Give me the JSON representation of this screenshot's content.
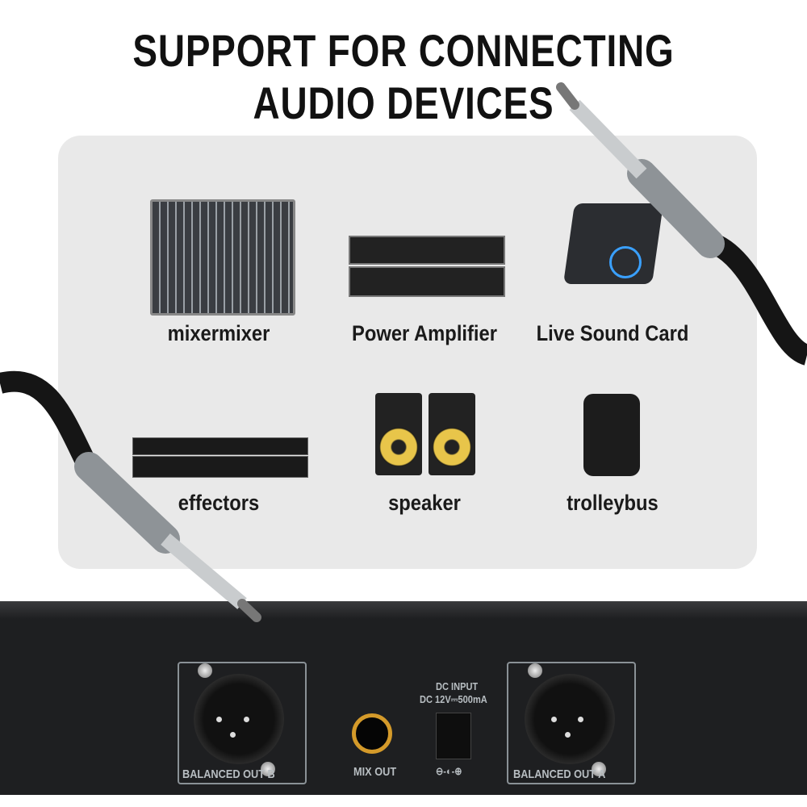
{
  "title": "SUPPORT FOR CONNECTING AUDIO DEVICES",
  "devices": [
    {
      "label": "mixermixer",
      "icon": "mixer-icon"
    },
    {
      "label": "Power Amplifier",
      "icon": "power-amplifier-icon"
    },
    {
      "label": "Live Sound Card",
      "icon": "sound-card-icon"
    },
    {
      "label": "effectors",
      "icon": "effector-icon"
    },
    {
      "label": "speaker",
      "icon": "speaker-icon"
    },
    {
      "label": "trolleybus",
      "icon": "trolley-speaker-icon"
    }
  ],
  "rear_panel": {
    "balanced_out_b": "BALANCED OUT B",
    "balanced_out_a": "BALANCED OUT A",
    "mix_out": "MIX OUT",
    "dc_input": "DC INPUT",
    "dc_spec": "DC 12V⎓500mA",
    "polarity": "⊖-◐-⊕"
  }
}
